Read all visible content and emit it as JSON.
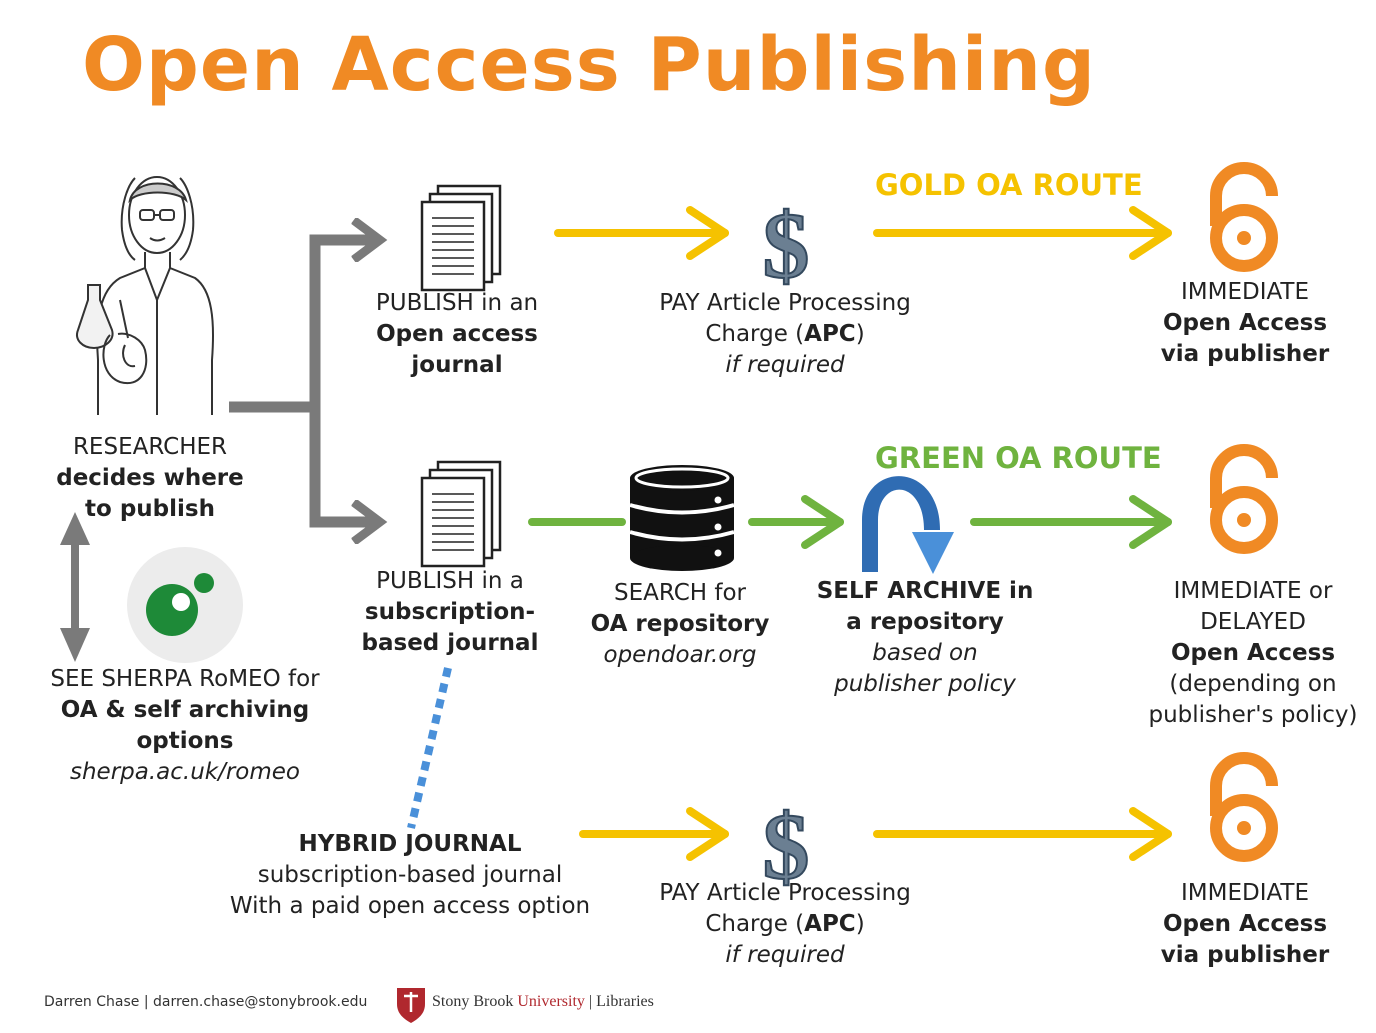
{
  "title": "Open Access Publishing",
  "colors": {
    "orange": "#f08a24",
    "gold": "#f5c200",
    "green": "#6fb33f",
    "grey": "#7a7a7a",
    "blue": "#4a90d9",
    "stony_red": "#b0282e"
  },
  "routes": {
    "gold": "GOLD OA ROUTE",
    "green": "GREEN OA ROUTE"
  },
  "researcher": {
    "line1": "RESEARCHER",
    "line2": "decides where",
    "line3": "to publish"
  },
  "sherpa": {
    "line1": "SEE SHERPA RoMEO for",
    "line2": "OA & self archiving",
    "line3": "options",
    "line4": "sherpa.ac.uk/romeo"
  },
  "publish_oa": {
    "line1": "PUBLISH in an",
    "line2": "Open access",
    "line3": "journal"
  },
  "publish_sub": {
    "line1": "PUBLISH in a",
    "line2": "subscription-",
    "line3": "based journal"
  },
  "apc_top": {
    "line1": "PAY Article Processing",
    "line2a": "Charge (",
    "line2b": "APC",
    "line2c": ")",
    "line3": "if required"
  },
  "apc_bottom": {
    "line1": "PAY Article Processing",
    "line2a": "Charge (",
    "line2b": "APC",
    "line2c": ")",
    "line3": "if required"
  },
  "search": {
    "line1": "SEARCH for",
    "line2": "OA repository",
    "line3": "opendoar.org"
  },
  "self_archive": {
    "line1": "SELF ARCHIVE in",
    "line2": "a repository",
    "line3": "based on",
    "line4": "publisher policy"
  },
  "immediate_top": {
    "line1": "IMMEDIATE",
    "line2": "Open Access",
    "line3": "via publisher"
  },
  "immediate_green": {
    "line1": "IMMEDIATE or",
    "line2": "DELAYED",
    "line3": "Open Access",
    "line4": "(depending on",
    "line5": "publisher's policy)"
  },
  "immediate_bottom": {
    "line1": "IMMEDIATE",
    "line2": "Open Access",
    "line3": "via publisher"
  },
  "hybrid": {
    "line1": "HYBRID JOURNAL",
    "line2": "subscription-based journal",
    "line3": "With a paid open access option"
  },
  "footer": {
    "credit": "Darren Chase  |  darren.chase@stonybrook.edu",
    "stony": "Stony Brook ",
    "university": "University",
    "libraries": " | Libraries"
  }
}
